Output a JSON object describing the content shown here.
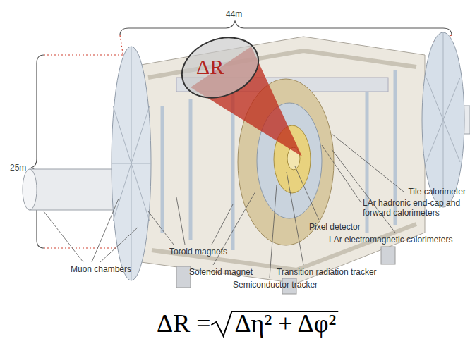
{
  "diagram": {
    "labels": [
      "44m",
      "25m",
      "ΔR",
      "Tile calorimeter",
      "LAr hadronic end-cap and forward calorimeters",
      "Pixel detector",
      "LAr electromagnetic calorimeters",
      "Toroid magnets",
      "Muon chambers",
      "Solenoid magnet",
      "Transition radiation tracker",
      "Semiconductor tracker",
      "ΔR =",
      "Δη² + Δφ²"
    ]
  }
}
